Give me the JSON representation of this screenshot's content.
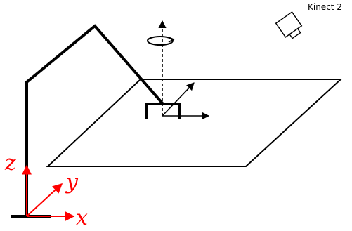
{
  "sensor": {
    "label": "Kinect 2",
    "icon": "camera-icon"
  },
  "world_axes": {
    "z_label": "z",
    "y_label": "y",
    "x_label": "x",
    "color": "#ff0000"
  },
  "icons": {
    "rotation": "rotation-arrow-icon"
  },
  "colors": {
    "stroke": "#000000",
    "background": "#ffffff"
  }
}
